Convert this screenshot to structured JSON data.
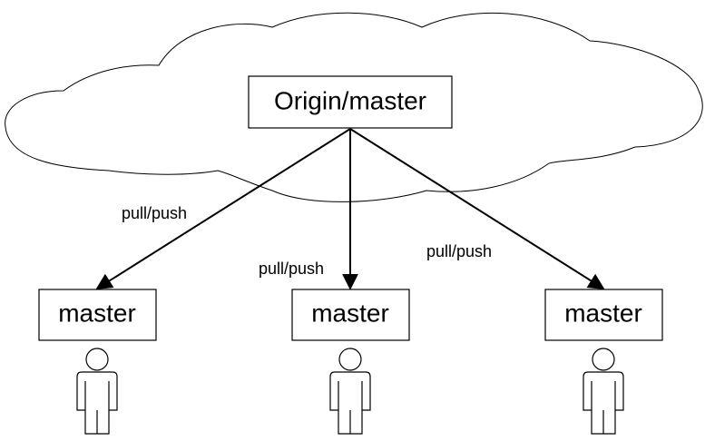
{
  "origin": {
    "label": "Origin/master"
  },
  "edge_label": "pull/push",
  "clients": [
    {
      "label": "master"
    },
    {
      "label": "master"
    },
    {
      "label": "master"
    }
  ],
  "edges": [
    {
      "from": "Origin/master",
      "to": "master (left)",
      "label": "pull/push"
    },
    {
      "from": "Origin/master",
      "to": "master (center)",
      "label": "pull/push"
    },
    {
      "from": "Origin/master",
      "to": "master (right)",
      "label": "pull/push"
    }
  ],
  "colors": {
    "stroke": "#000000",
    "background": "#ffffff"
  },
  "icons": {
    "cloud": "cloud-icon",
    "user": "person-icon"
  }
}
